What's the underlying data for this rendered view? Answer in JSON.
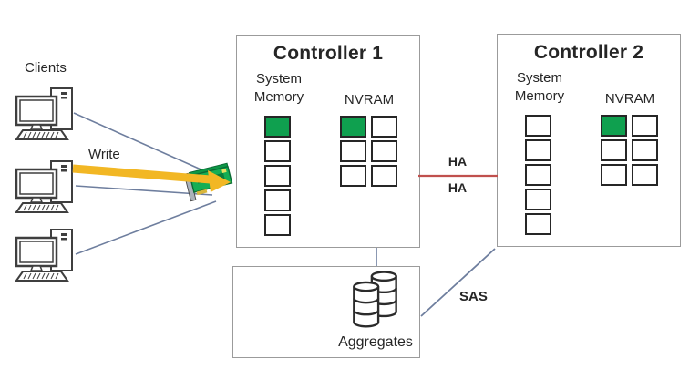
{
  "colors": {
    "green": "#0fa04f",
    "yellow": "#f2b724",
    "blue_line": "#6e7e9e",
    "red_line": "#c0504d",
    "box_border": "#9b9b9b",
    "cell_border": "#262626",
    "text": "#262626"
  },
  "clients": {
    "label": "Clients",
    "count": 3
  },
  "write": {
    "label": "Write"
  },
  "controllers": [
    {
      "title": "Controller 1",
      "memory_label": "System Memory",
      "nvram_label": "NVRAM",
      "memory_cells": [
        "green",
        "white",
        "white",
        "white",
        "white"
      ],
      "nvram_cells": [
        [
          "green",
          "white"
        ],
        [
          "white",
          "white"
        ],
        [
          "white",
          "white"
        ]
      ]
    },
    {
      "title": "Controller 2",
      "memory_label": "System Memory",
      "nvram_label": "NVRAM",
      "memory_cells": [
        "white",
        "white",
        "white",
        "white",
        "white"
      ],
      "nvram_cells": [
        [
          "green",
          "white"
        ],
        [
          "white",
          "white"
        ],
        [
          "white",
          "white"
        ]
      ]
    }
  ],
  "links": {
    "ha_label_top": "HA",
    "ha_label_bottom": "HA",
    "sas_label": "SAS"
  },
  "aggregates": {
    "label": "Aggregates"
  }
}
